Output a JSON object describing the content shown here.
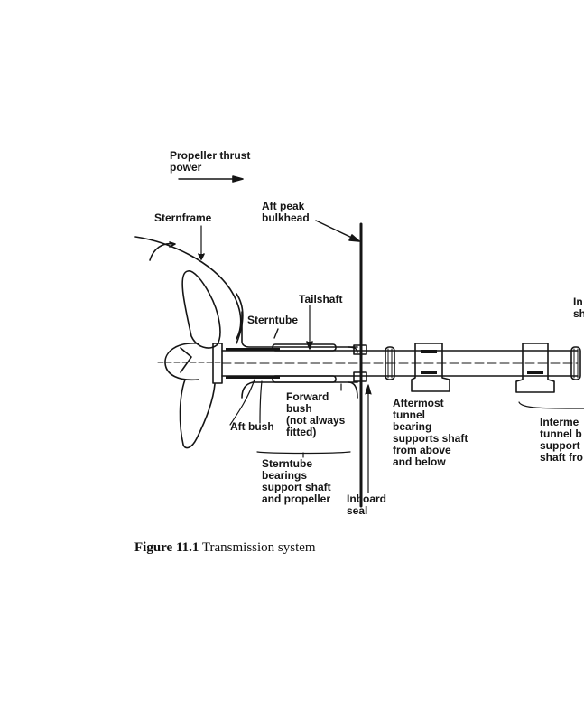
{
  "figure": {
    "number_label": "Figure 11.1",
    "title": "Transmission system"
  },
  "labels": {
    "thrust": "Propeller thrust\npower",
    "sternframe": "Sternframe",
    "aft_peak_bulkhead": "Aft peak\nbulkhead",
    "tailshaft": "Tailshaft",
    "sterntube": "Sterntube",
    "forward_bush": "Forward\nbush\n(not always\nfitted)",
    "aft_bush": "Aft bush",
    "sterntube_bearings": "Sterntube\nbearings\nsupport shaft\nand propeller",
    "inboard_seal": "Inboard\nseal",
    "aftermost_tunnel_bearing": "Aftermost\ntunnel\nbearing\nsupports shaft\nfrom above\nand below",
    "intermediate_tunnel_bearing": "Interme\ntunnel b\nsupport\nshaft fro",
    "intermediate_shaft_partial": "In\nsh"
  },
  "colors": {
    "ink": "#151515",
    "paper": "#ffffff"
  }
}
